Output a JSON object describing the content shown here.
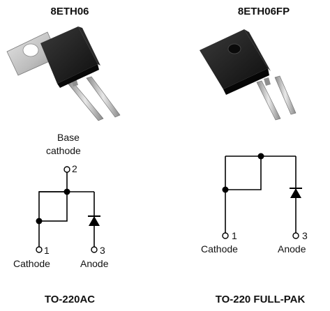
{
  "left": {
    "part_number": "8ETH06",
    "package": "TO-220AC",
    "base_label_line1": "Base",
    "base_label_line2": "cathode",
    "pin2": "2",
    "pin1": "1",
    "pin3": "3",
    "pin1_name": "Cathode",
    "pin3_name": "Anode"
  },
  "right": {
    "part_number": "8ETH06FP",
    "package": "TO-220 FULL-PAK",
    "pin1": "1",
    "pin3": "3",
    "pin1_name": "Cathode",
    "pin3_name": "Anode"
  },
  "colors": {
    "body_black": "#1b1b1b",
    "tab_metal": "#c9c9c9",
    "lead_metal": "#b8b8b8",
    "line": "#000000"
  }
}
